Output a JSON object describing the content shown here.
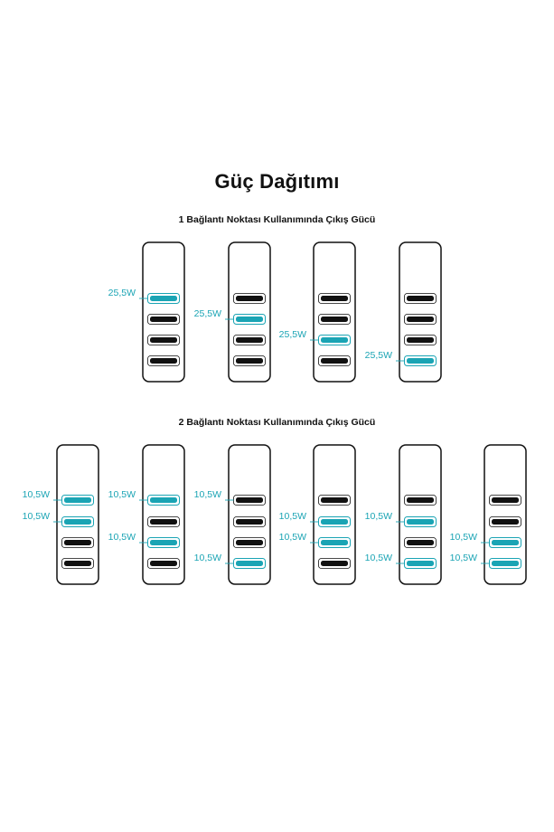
{
  "title": "Güç Dağıtımı",
  "colors": {
    "active": "#1aa4b4",
    "port": "#111111",
    "charger_outline": "#111111"
  },
  "sections": [
    {
      "heading": "1 Bağlantı Noktası Kullanımında Çıkış Gücü",
      "chargers": [
        {
          "ports": [
            {
              "active": true,
              "label": "25,5W"
            },
            {
              "active": false
            },
            {
              "active": false
            },
            {
              "active": false
            }
          ]
        },
        {
          "ports": [
            {
              "active": false
            },
            {
              "active": true,
              "label": "25,5W"
            },
            {
              "active": false
            },
            {
              "active": false
            }
          ]
        },
        {
          "ports": [
            {
              "active": false
            },
            {
              "active": false
            },
            {
              "active": true,
              "label": "25,5W"
            },
            {
              "active": false
            }
          ]
        },
        {
          "ports": [
            {
              "active": false
            },
            {
              "active": false
            },
            {
              "active": false
            },
            {
              "active": true,
              "label": "25,5W"
            }
          ]
        }
      ]
    },
    {
      "heading": "2 Bağlantı Noktası Kullanımında Çıkış Gücü",
      "chargers": [
        {
          "ports": [
            {
              "active": true,
              "label": "10,5W"
            },
            {
              "active": true,
              "label": "10,5W"
            },
            {
              "active": false
            },
            {
              "active": false
            }
          ]
        },
        {
          "ports": [
            {
              "active": true,
              "label": "10,5W"
            },
            {
              "active": false
            },
            {
              "active": true,
              "label": "10,5W"
            },
            {
              "active": false
            }
          ]
        },
        {
          "ports": [
            {
              "active": false,
              "label": "10,5W"
            },
            {
              "active": false
            },
            {
              "active": false
            },
            {
              "active": true,
              "label": "10,5W"
            }
          ]
        },
        {
          "ports": [
            {
              "active": false
            },
            {
              "active": true,
              "label": "10,5W"
            },
            {
              "active": true,
              "label": "10,5W"
            },
            {
              "active": false
            }
          ]
        },
        {
          "ports": [
            {
              "active": false
            },
            {
              "active": true,
              "label": "10,5W"
            },
            {
              "active": false
            },
            {
              "active": true,
              "label": "10,5W"
            }
          ]
        },
        {
          "ports": [
            {
              "active": false
            },
            {
              "active": false
            },
            {
              "active": true,
              "label": "10,5W"
            },
            {
              "active": true,
              "label": "10,5W"
            }
          ]
        }
      ]
    }
  ]
}
